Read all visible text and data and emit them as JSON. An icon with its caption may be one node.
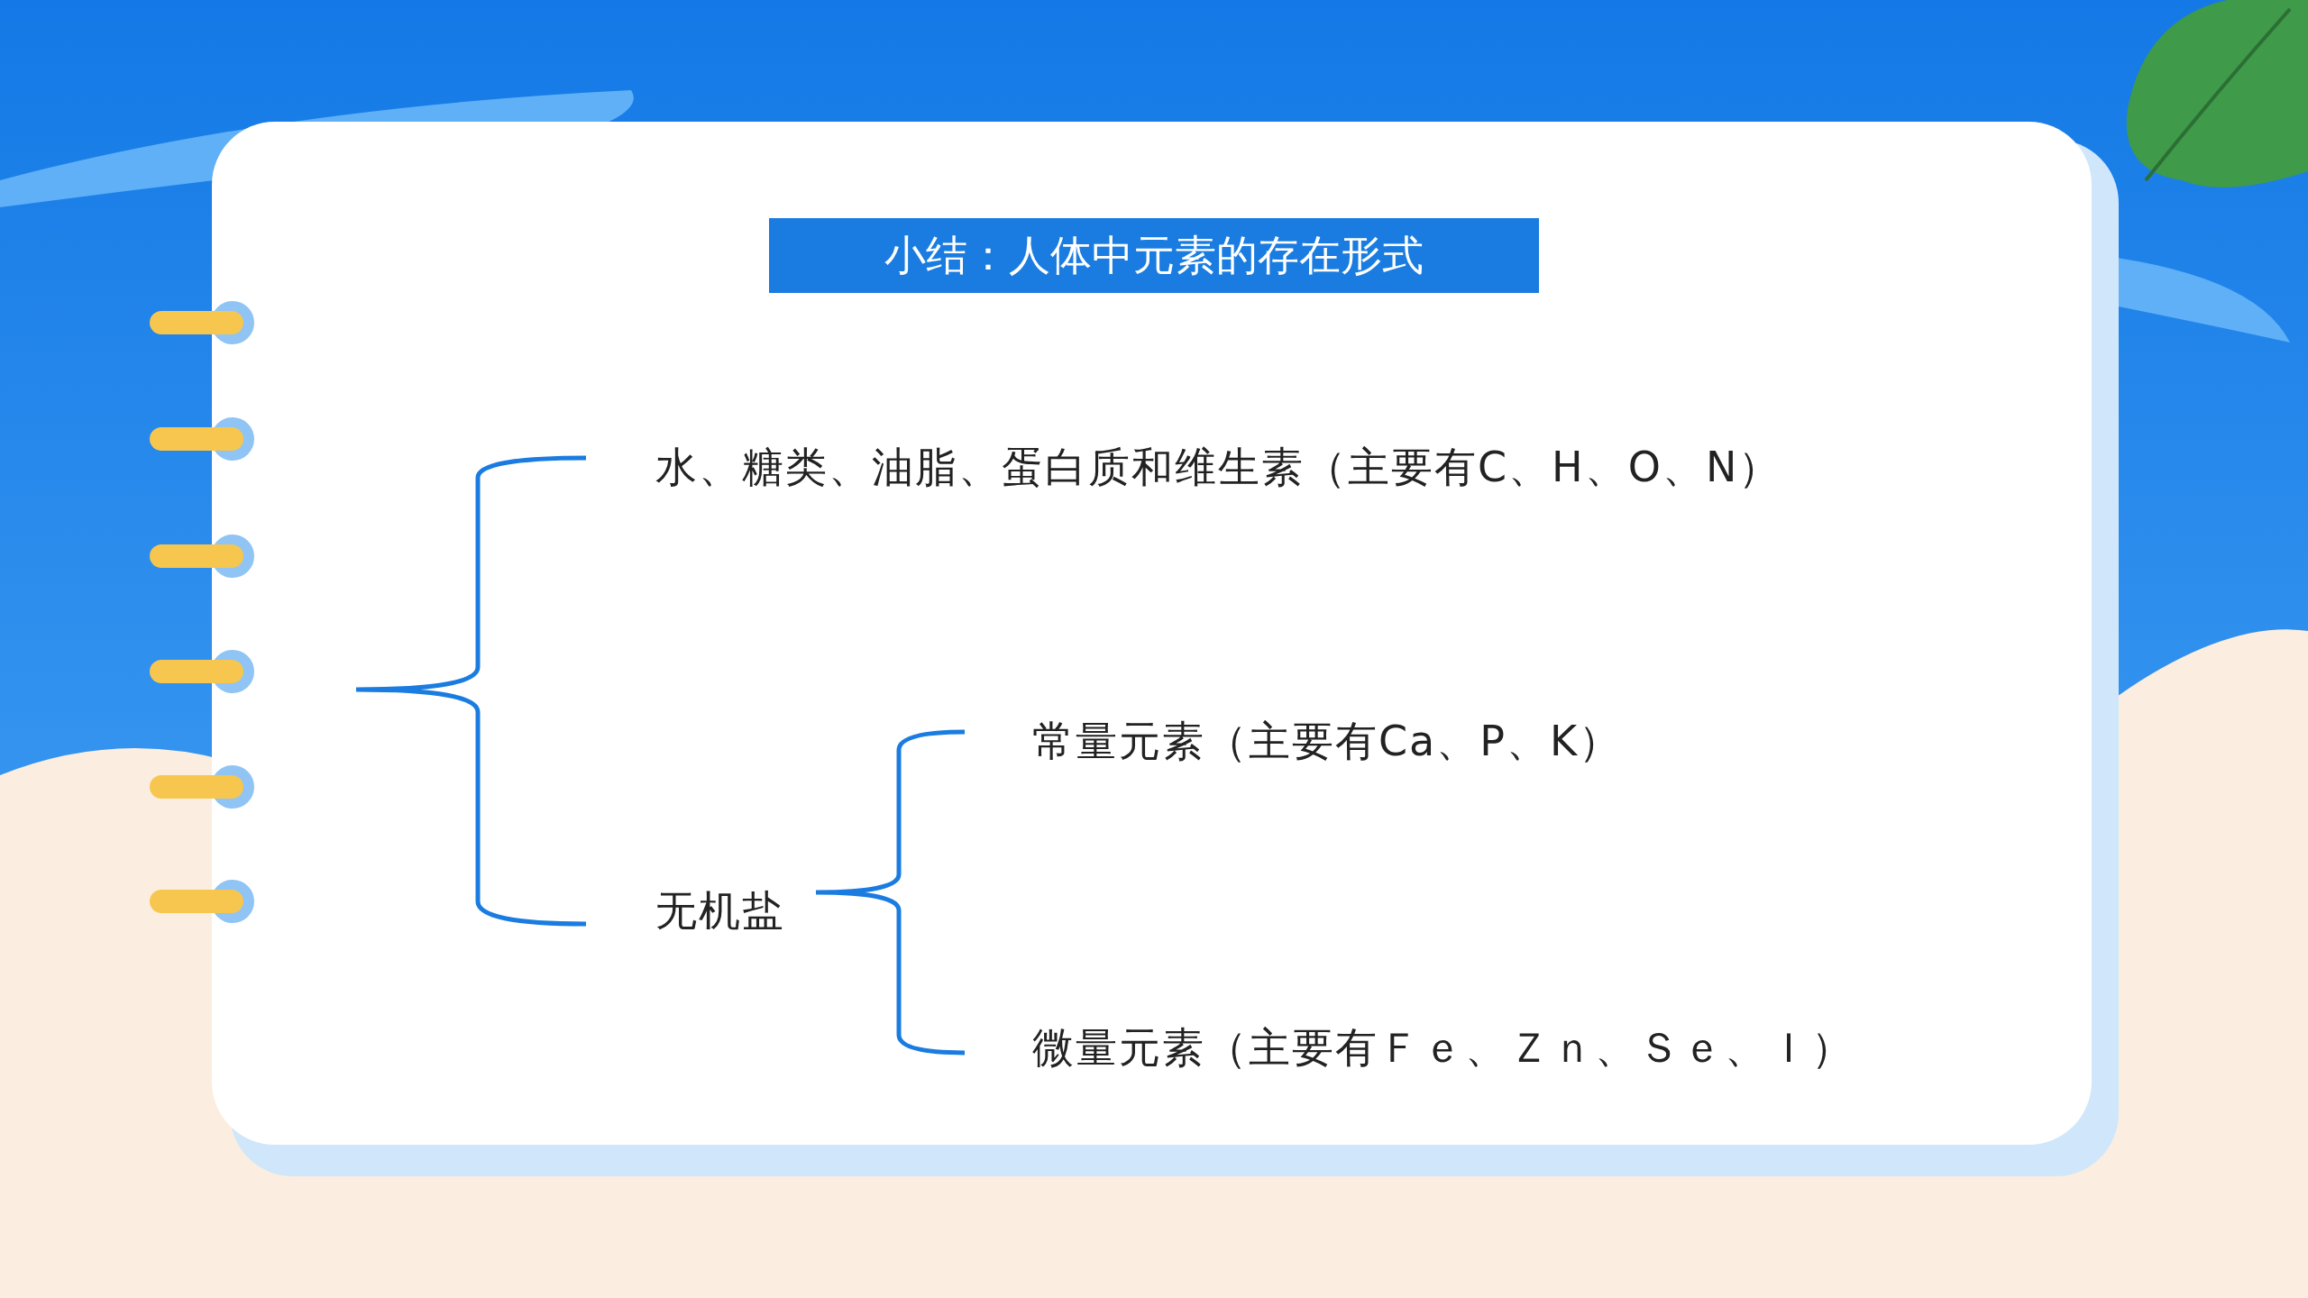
{
  "diagram": {
    "title": "小结：人体中元素的存在形式",
    "labels": [
      "水、糖类、油脂、蛋白质和维生素（主要有C、H、O、N）",
      "无机盐",
      "常量元素（主要有Ca、P、K）",
      "微量元素（主要有Ｆｅ、Ｚｎ、Ｓｅ、Ｉ）"
    ]
  }
}
